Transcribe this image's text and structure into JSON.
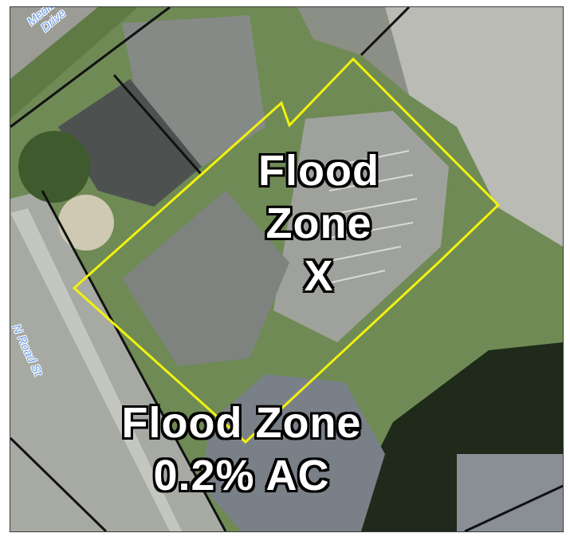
{
  "map": {
    "flood_zone_x": {
      "line1": "Flood",
      "line2": "Zone",
      "line3": "X"
    },
    "flood_zone_ac": {
      "line1": "Flood Zone",
      "line2": "0.2% AC"
    },
    "streets": {
      "medical_drive_line1": "Medical",
      "medical_drive_line2": "Drive",
      "n_road_st": "N Road St"
    },
    "colors": {
      "parcel_outline": "#f2f20f",
      "street_label": "#6b9ee8",
      "label_text": "#ffffff",
      "label_outline": "#000000"
    }
  }
}
